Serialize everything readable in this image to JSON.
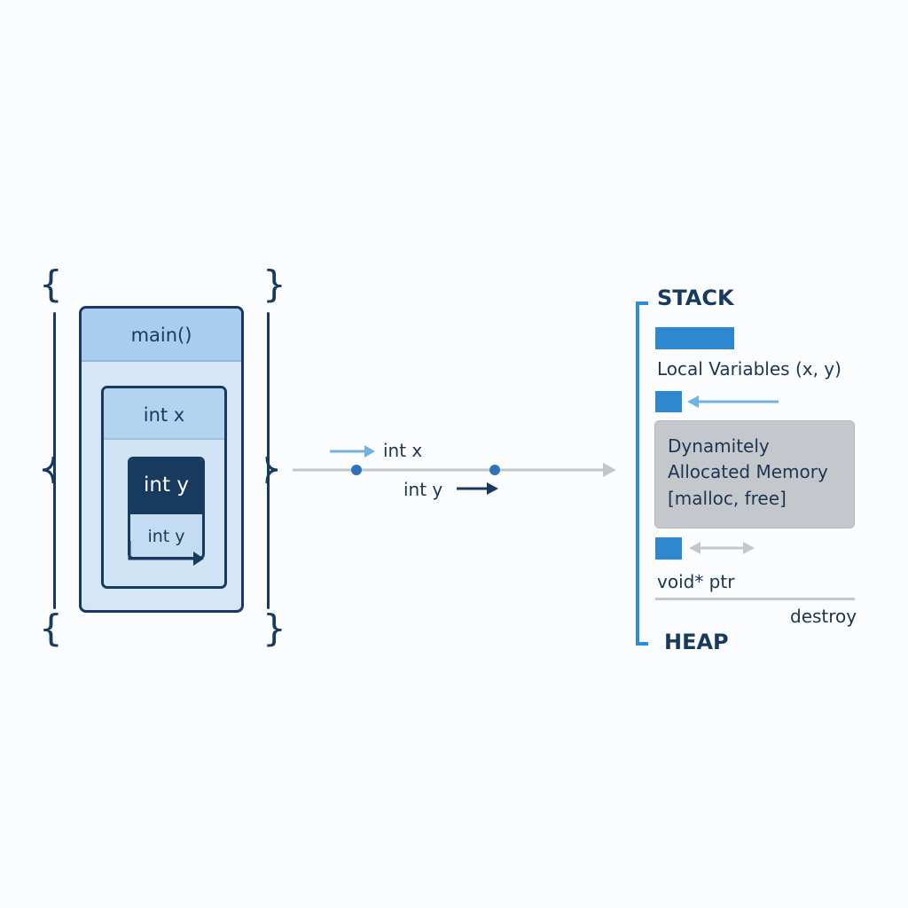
{
  "scopes": {
    "outer_label": "main()",
    "middle_label": "int x",
    "inner_head_label": "int y",
    "inner_body_label": "int y",
    "brace_open": "{",
    "brace_close": "}"
  },
  "flow": {
    "label_top": "int x",
    "label_bottom": "int y"
  },
  "memory": {
    "stack_title": "STACK",
    "heap_title": "HEAP",
    "local_vars_label": "Local Variables (x, y)",
    "heap_line1": "Dynamitely",
    "heap_line2": "Allocated Memory",
    "heap_line3": "[malloc, free]",
    "pointer_label": "void* ptr",
    "destroy_label": "destroy"
  },
  "colors": {
    "navy": "#173a5e",
    "blue": "#2d88cf",
    "light_blue": "#6fb2e6",
    "gray": "#c4c8cc"
  }
}
